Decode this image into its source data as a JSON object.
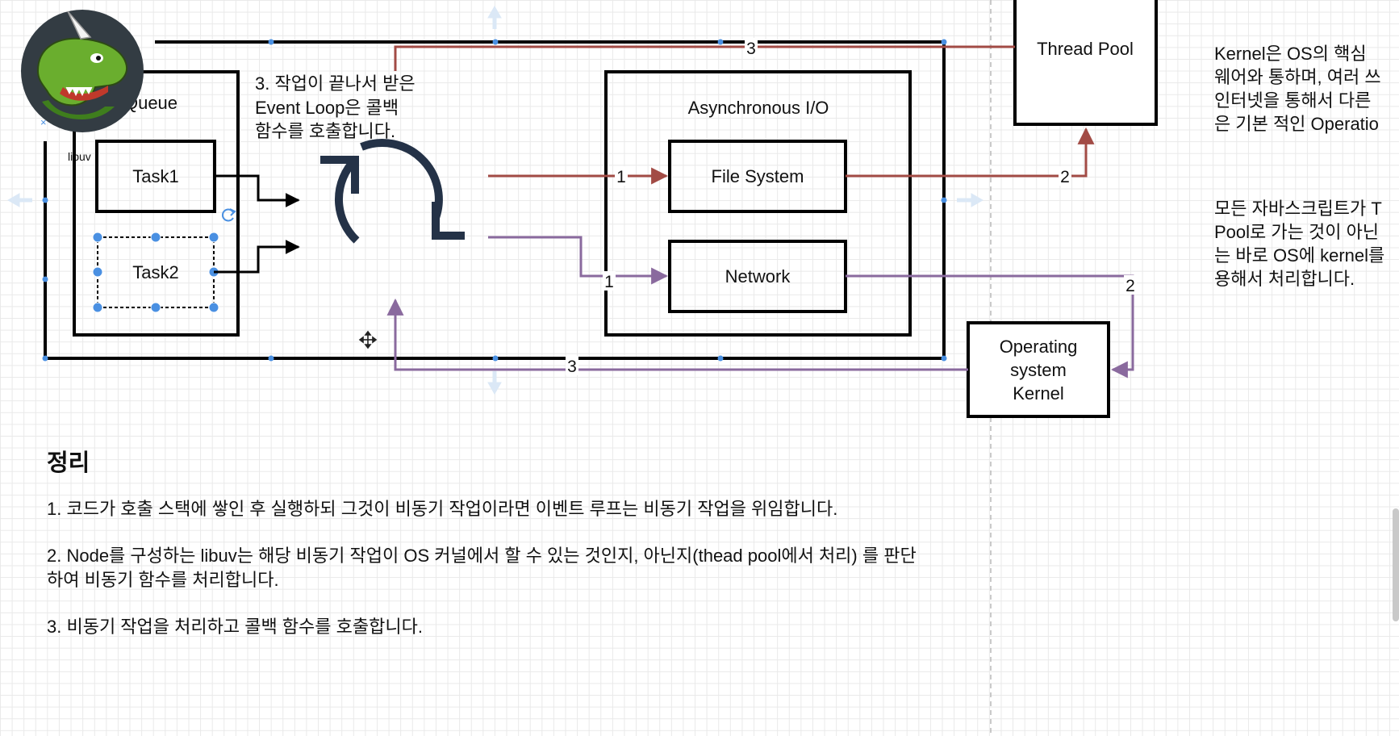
{
  "diagram": {
    "queue_label": "Queue",
    "libuv_label": "libuv",
    "task1_label": "Task1",
    "task2_label": "Task2",
    "event_loop_note": [
      "3. 작업이 끝나서 받은",
      "Event Loop은 콜백",
      "함수를 호출합니다."
    ],
    "async_io_label": "Asynchronous I/O",
    "file_system_label": "File System",
    "network_label": "Network",
    "thread_pool_label": "Thread Pool",
    "kernel_label": [
      "Operating",
      "system",
      "Kernel"
    ],
    "edge_labels": {
      "fs_in": "1",
      "fs_out": "2",
      "pool_return": "3",
      "net_in": "1",
      "net_out": "2",
      "kernel_return": "3"
    },
    "colors": {
      "red_path": "#a24b45",
      "purple_path": "#8a6a9e",
      "loop_icon": "#243247",
      "selection": "#4a90e2"
    }
  },
  "side_notes": {
    "note1": [
      "Kernel은 OS의 핵심 ",
      "웨어와 통하며, 여러 쓰",
      "인터넷을 통해서 다른 ",
      "은 기본 적인 Operatio"
    ],
    "note2": [
      "모든 자바스크립트가 T",
      "Pool로 가는 것이 아닌",
      "는 바로 OS에 kernel를",
      "용해서 처리합니다."
    ]
  },
  "summary": {
    "title": "정리",
    "items": [
      "1. 코드가 호출 스택에 쌓인 후 실행하되 그것이 비동기 작업이라면 이벤트 루프는 비동기 작업을 위임합니다.",
      "2. Node를 구성하는 libuv는 해당 비동기 작업이 OS 커널에서 할 수 있는 것인지, 아닌지(thead pool에서 처리) 를 판단하여 비동기 함수를 처리합니다.",
      "3. 비동기 작업을 처리하고 콜백 함수를 호출합니다."
    ]
  },
  "avatar_icon": "dinosaur-avatar"
}
